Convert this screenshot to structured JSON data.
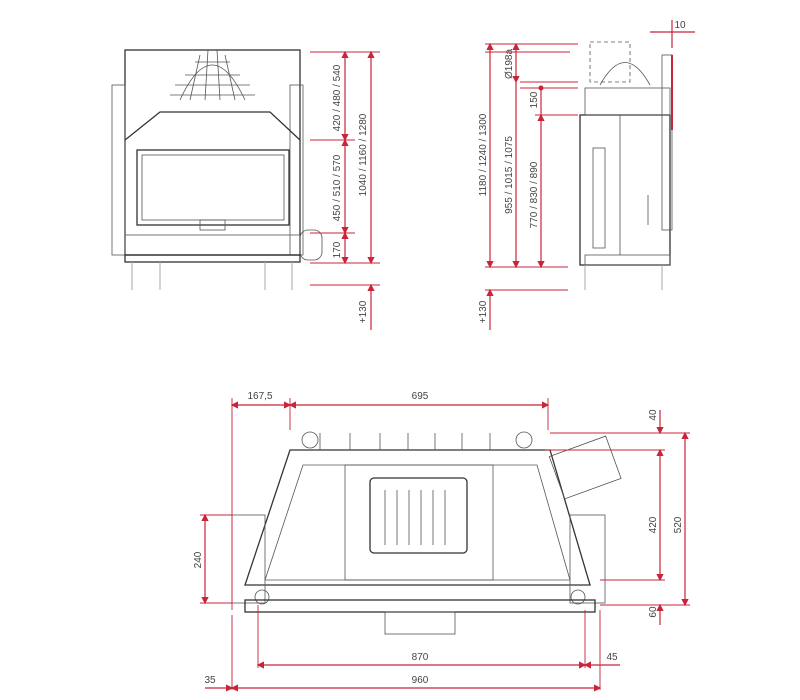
{
  "colors": {
    "dimension": "#c8243a",
    "outline": "#333333"
  },
  "front_view": {
    "dims": [
      "420 / 480 / 540",
      "450 / 510 / 570",
      "170",
      "1040 / 1160 / 1280",
      "+130"
    ]
  },
  "side_view": {
    "dims": [
      "10",
      "Ø198a",
      "150",
      "1180 / 1240 / 1300",
      "955 / 1015 / 1075",
      "770 / 830 / 890",
      "+130"
    ]
  },
  "plan_view": {
    "dims": [
      "167,5",
      "695",
      "40",
      "420",
      "520",
      "240",
      "60",
      "870",
      "45",
      "35",
      "960"
    ]
  }
}
